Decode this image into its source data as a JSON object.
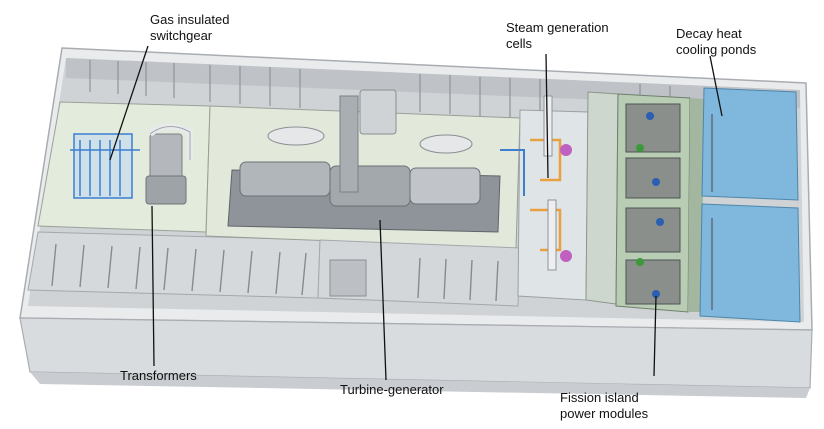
{
  "labels": {
    "gis": {
      "line1": "Gas insulated",
      "line2": "switchgear"
    },
    "steam": {
      "line1": "Steam generation",
      "line2": "cells"
    },
    "decay": {
      "line1": "Decay heat",
      "line2": "cooling ponds"
    },
    "transformers": {
      "line1": "Transformers"
    },
    "turbine": {
      "line1": "Turbine-generator"
    },
    "fission": {
      "line1": "Fission island",
      "line2": "power modules"
    }
  },
  "colors": {
    "hull": "#e4e6e8",
    "hull_edge": "#b9bcc0",
    "wall": "#c9ccd0",
    "pond": "#7fb8dc",
    "floor_light": "#dfe6d6",
    "floor_green": "#b8d4b0",
    "pipe_blue": "#3b7fd0",
    "pipe_orange": "#e8a040",
    "pipe_magenta": "#c060c0",
    "leader": "#111111"
  }
}
